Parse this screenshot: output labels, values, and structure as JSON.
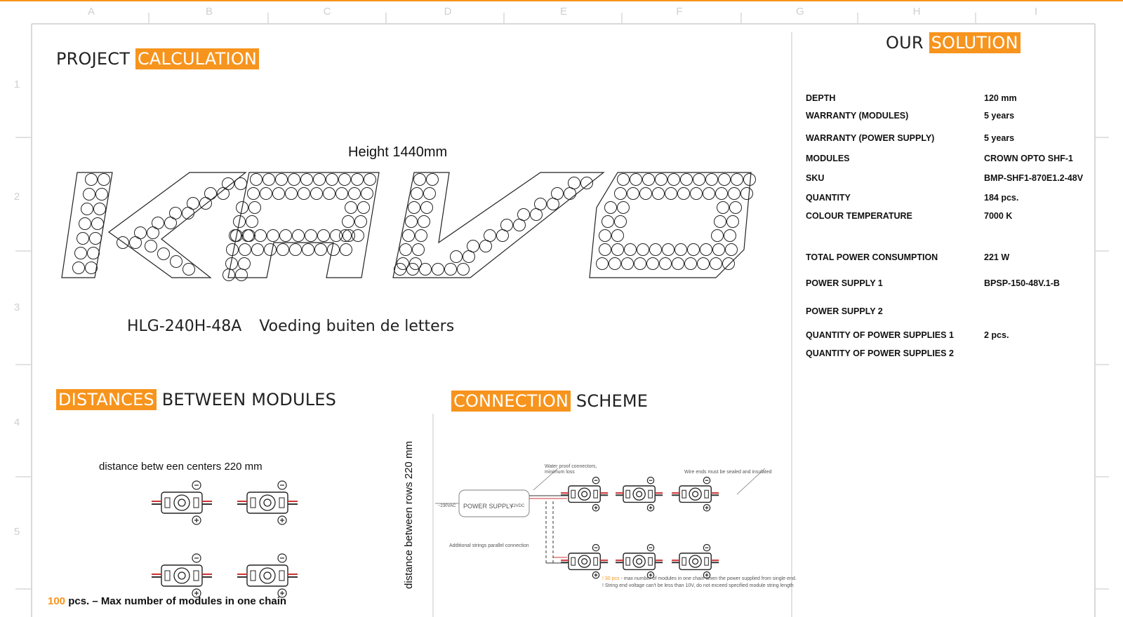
{
  "grid": {
    "columns": [
      "A",
      "B",
      "C",
      "D",
      "E",
      "F",
      "G",
      "H",
      "I"
    ],
    "rows": [
      "1",
      "2",
      "3",
      "4",
      "5"
    ]
  },
  "project_calculation": {
    "title_prefix": "PROJECT ",
    "title_highlight": "CALCULATION",
    "height_label": "Height 1440mm",
    "psu_model": "HLG-240H-48A",
    "psu_note": "Voeding buiten de letters"
  },
  "distances": {
    "title_highlight": "DISTANCES",
    "title_suffix": " BETWEEN MODULES",
    "centers_label": "distance betw een centers 220 mm",
    "rows_label": "distance between rows 220 mm",
    "max_count": "100",
    "max_label": " pcs. – Max number of modules in one chain"
  },
  "connection": {
    "title_highlight": "CONNECTION",
    "title_suffix": " SCHEME",
    "power_supply": "POWER SUPPLY",
    "input_label": "~230VAC",
    "output_label": "12VDC",
    "waterproof": "Water proof connectors, minimum loss",
    "wire_ends": "Wire ends must be sealed and insulated",
    "parallel": "Additional strings parallel connection",
    "note1_count": "! 30 pcs",
    "note1": " - max number of modules in one chain when the power supplied from single end.",
    "note2": "! String end voltage can't be less than 10V, do not exceed specified module string length"
  },
  "solution": {
    "title_prefix": "OUR ",
    "title_highlight": "SOLUTION",
    "specs": [
      {
        "key": "DEPTH",
        "value": "120 mm"
      },
      {
        "key": "WARRANTY (MODULES)",
        "value": "5 years"
      },
      {
        "key": "WARRANTY (POWER SUPPLY)",
        "value": "5 years"
      },
      {
        "key": "MODULES",
        "value": "CROWN OPTO SHF-1"
      },
      {
        "key": "SKU",
        "value": "BMP-SHF1-870E1.2-48V"
      },
      {
        "key": "QUANTITY",
        "value": "184 pcs."
      },
      {
        "key": "COLOUR TEMPERATURE",
        "value": "7000 K"
      },
      {
        "key": "TOTAL POWER CONSUMPTION",
        "value": "221 W"
      },
      {
        "key": "POWER SUPPLY 1",
        "value": "BPSP-150-48V.1-B"
      },
      {
        "key": "POWER SUPPLY 2",
        "value": ""
      },
      {
        "key": "QUANTITY OF POWER SUPPLIES 1",
        "value": "2 pcs."
      },
      {
        "key": "QUANTITY OF POWER SUPPLIES 2",
        "value": ""
      }
    ]
  },
  "colors": {
    "accent": "#f7941d",
    "grid": "#d9d9d9"
  }
}
